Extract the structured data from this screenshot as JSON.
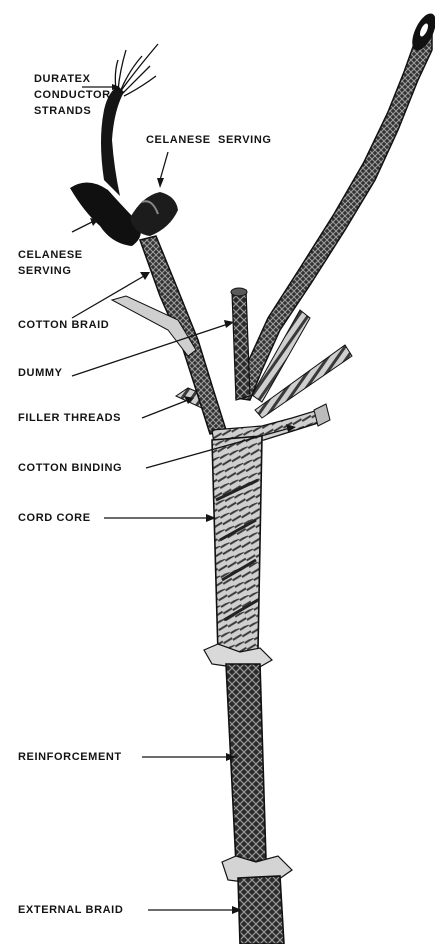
{
  "labels": {
    "duratex_line1": "DURATEX",
    "duratex_line2": "CONDUCTOR",
    "duratex_line3": "STRANDS",
    "celanese_serving_top": "CELANESE  SERVING",
    "celanese_serving_left_line1": "CELANESE",
    "celanese_serving_left_line2": "SERVING",
    "cotton_braid": "COTTON BRAID",
    "dummy": "DUMMY",
    "filler_threads": "FILLER THREADS",
    "cotton_binding": "COTTON BINDING",
    "cord_core": "CORD CORE",
    "reinforcement": "REINFORCEMENT",
    "external_braid": "EXTERNAL BRAID"
  },
  "colors": {
    "ink": "#141414",
    "cable_fill": "#2a2a2a",
    "braid_light": "#8a8a8a",
    "paper": "#ffffff"
  }
}
